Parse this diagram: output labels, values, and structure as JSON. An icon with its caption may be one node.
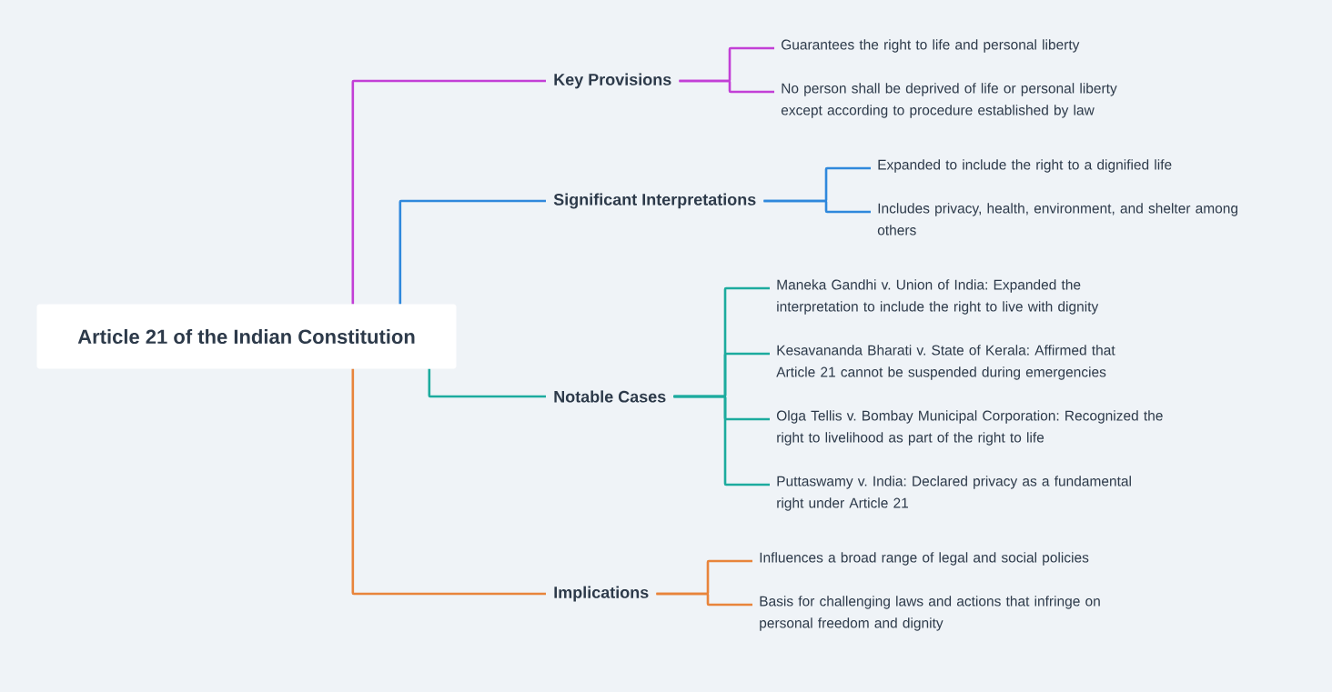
{
  "diagram": {
    "nodes": [
      {
        "text": [
          "Article 21 of the Indian Constitution"
        ]
      },
      {
        "text": [
          "Key Provisions"
        ]
      },
      {
        "text": [
          "Guarantees the right to life and personal liberty"
        ]
      },
      {
        "text": [
          "No person shall be deprived of life or personal liberty except according to procedure established by law"
        ]
      },
      {
        "text": [
          "Significant Interpretations"
        ]
      },
      {
        "text": [
          "Expanded to include the right to a dignified life"
        ]
      },
      {
        "text": [
          "Includes privacy, health, environment, and shelter among others"
        ]
      },
      {
        "text": [
          "Notable Cases"
        ]
      },
      {
        "text": [
          "Maneka Gandhi v. Union of India: Expanded the interpretation to include the right to live with dignity"
        ]
      },
      {
        "text": [
          "Kesavananda Bharati v. State of Kerala: Affirmed that Article 21 cannot be suspended during emergencies"
        ]
      },
      {
        "text": [
          "Olga Tellis v. Bombay Municipal Corporation: Recognized the right to livelihood as part of the right to life"
        ]
      },
      {
        "text": [
          "Puttaswamy v. India: Declared privacy as a fundamental right under Article 21"
        ]
      },
      {
        "text": [
          "Implications"
        ]
      },
      {
        "text": [
          "Influences a broad range of legal and social policies"
        ]
      },
      {
        "text": [
          "Basis for challenging laws and actions that infringe on personal freedom and dignity"
        ]
      }
    ],
    "edges": [
      {
        "from": 0,
        "to": 1,
        "arrow": "none",
        "color": "#c23fd6"
      },
      {
        "from": 1,
        "to": 2,
        "arrow": "none",
        "color": "#c23fd6"
      },
      {
        "from": 1,
        "to": 3,
        "arrow": "none",
        "color": "#c23fd6"
      },
      {
        "from": 0,
        "to": 4,
        "arrow": "none",
        "color": "#2f88dc"
      },
      {
        "from": 4,
        "to": 5,
        "arrow": "none",
        "color": "#2f88dc"
      },
      {
        "from": 4,
        "to": 6,
        "arrow": "none",
        "color": "#2f88dc"
      },
      {
        "from": 0,
        "to": 7,
        "arrow": "none",
        "color": "#1cab9e"
      },
      {
        "from": 7,
        "to": 8,
        "arrow": "none",
        "color": "#1cab9e"
      },
      {
        "from": 7,
        "to": 9,
        "arrow": "none",
        "color": "#1cab9e"
      },
      {
        "from": 7,
        "to": 10,
        "arrow": "none",
        "color": "#1cab9e"
      },
      {
        "from": 7,
        "to": 11,
        "arrow": "none",
        "color": "#1cab9e"
      },
      {
        "from": 0,
        "to": 12,
        "arrow": "none",
        "color": "#e8843b"
      },
      {
        "from": 12,
        "to": 13,
        "arrow": "none",
        "color": "#e8843b"
      },
      {
        "from": 12,
        "to": 14,
        "arrow": "none",
        "color": "#e8843b"
      }
    ]
  }
}
